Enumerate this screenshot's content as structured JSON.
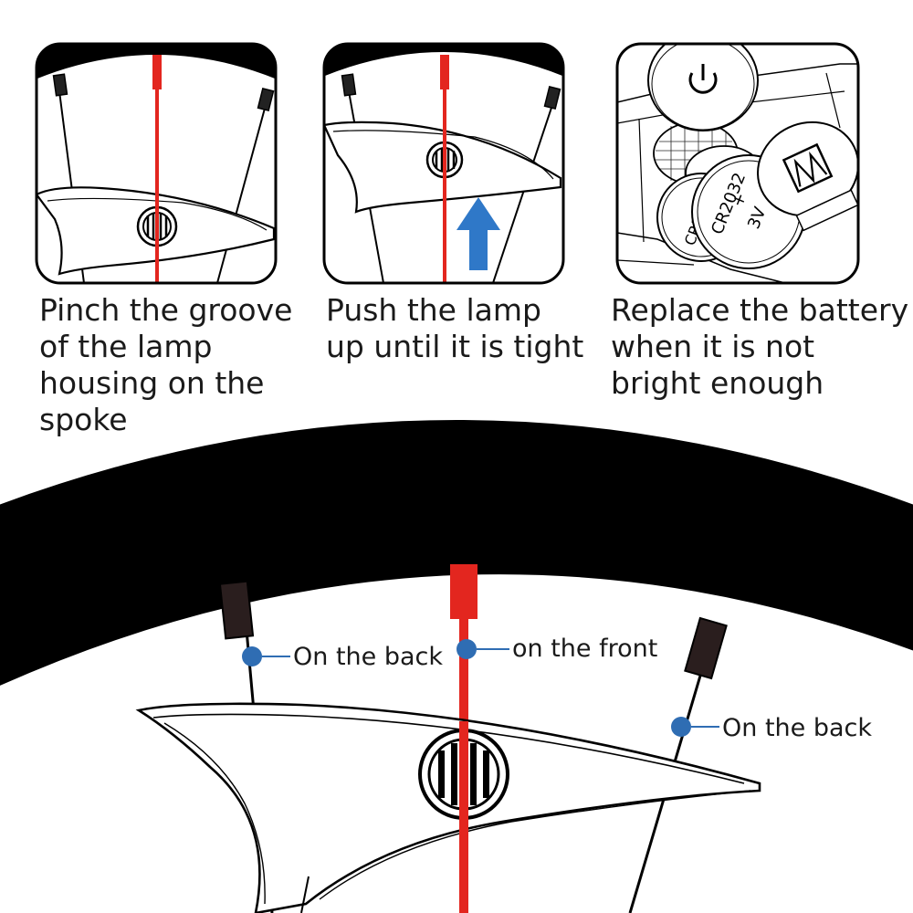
{
  "steps": [
    {
      "lines": [
        "Pinch the groove",
        "of the lamp",
        "housing on the",
        "spoke"
      ]
    },
    {
      "lines": [
        "Push the lamp",
        "up until it is tight"
      ]
    },
    {
      "lines": [
        "Replace the battery",
        "when it is not",
        "bright enough"
      ]
    }
  ],
  "battery": {
    "model": "CR2032",
    "polarity": "+",
    "voltage": "3V"
  },
  "callouts": {
    "back_left": "On the back",
    "front": "on the front",
    "back_right": "On the back"
  },
  "colors": {
    "spoke_highlight": "#e3261f",
    "marker_dot": "#2f6db3",
    "push_arrow": "#2f78c8",
    "tire": "#000000"
  },
  "icons": [
    "power-icon",
    "up-arrow-icon",
    "lamp-lens-icon"
  ]
}
